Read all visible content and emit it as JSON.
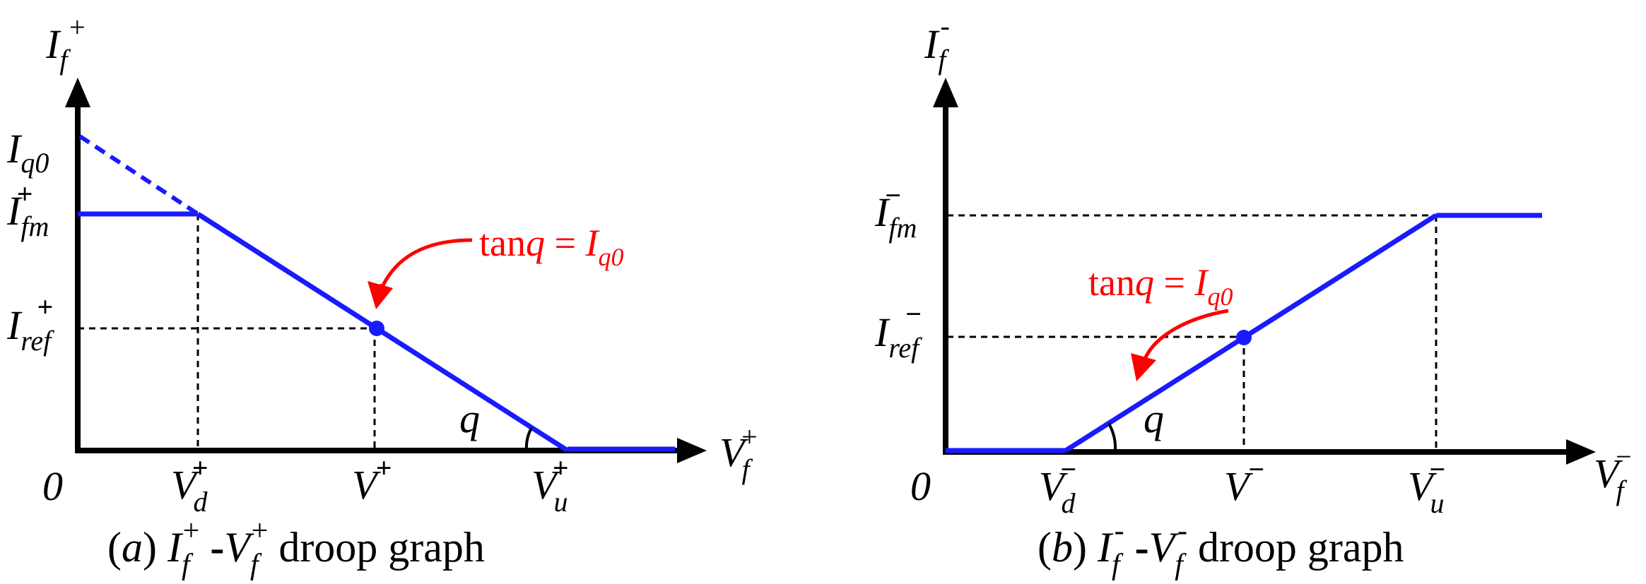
{
  "colors": {
    "curve": "#1a1aff",
    "annotation": "#ff0000",
    "axis": "#000000"
  },
  "panel_a": {
    "y_axis": {
      "base": "I",
      "sub": "f",
      "sup": "+"
    },
    "x_axis": {
      "base": "V",
      "sub": "f",
      "sup": "+"
    },
    "origin": "0",
    "y_ticks": {
      "iq0": {
        "base": "I",
        "sub": "q0"
      },
      "ifm": {
        "base": "I",
        "sub": "fm",
        "sup": "+"
      },
      "iref": {
        "base": "I",
        "sub": "ref",
        "sup": "+"
      }
    },
    "x_ticks": {
      "vd": {
        "base": "V",
        "sub": "d",
        "sup": "+"
      },
      "v": {
        "base": "V",
        "sup": "+"
      },
      "vu": {
        "base": "V",
        "sub": "u",
        "sup": "+"
      }
    },
    "angle_label": "q",
    "annotation": {
      "prefix": "tan",
      "var": "q",
      "eq": " = ",
      "base": "I",
      "sub": "q0"
    },
    "caption": {
      "open": "(",
      "letter": "a",
      "close": ")",
      "i_base": "I",
      "i_sub": "f",
      "i_sup": "+",
      "dash": " -",
      "v_base": "V",
      "v_sub": "f",
      "v_sup": "+",
      "tail": " droop graph"
    }
  },
  "panel_b": {
    "y_axis": {
      "base": "I",
      "sub": "f",
      "sup": "-"
    },
    "x_axis": {
      "base": "V",
      "sub": "f",
      "sup": "−"
    },
    "origin": "0",
    "y_ticks": {
      "ifm": {
        "base": "I",
        "sub": "fm",
        "sup": "−"
      },
      "iref": {
        "base": "I",
        "sub": "ref",
        "sup": "−"
      }
    },
    "x_ticks": {
      "vd": {
        "base": "V",
        "sub": "d",
        "sup": "−"
      },
      "v": {
        "base": "V",
        "sup": "−"
      },
      "vu": {
        "base": "V",
        "sub": "u",
        "sup": "−"
      }
    },
    "angle_label": "q",
    "annotation": {
      "prefix": "tan",
      "var": "q",
      "eq": " = ",
      "base": "I",
      "sub": "q0"
    },
    "caption": {
      "open": "(",
      "letter": "b",
      "close": ")",
      "i_base": "I",
      "i_sub": "f",
      "i_sup": "-",
      "dash": " -",
      "v_base": "V",
      "v_sub": "f",
      "v_sup": "-",
      "tail": " droop graph"
    }
  }
}
